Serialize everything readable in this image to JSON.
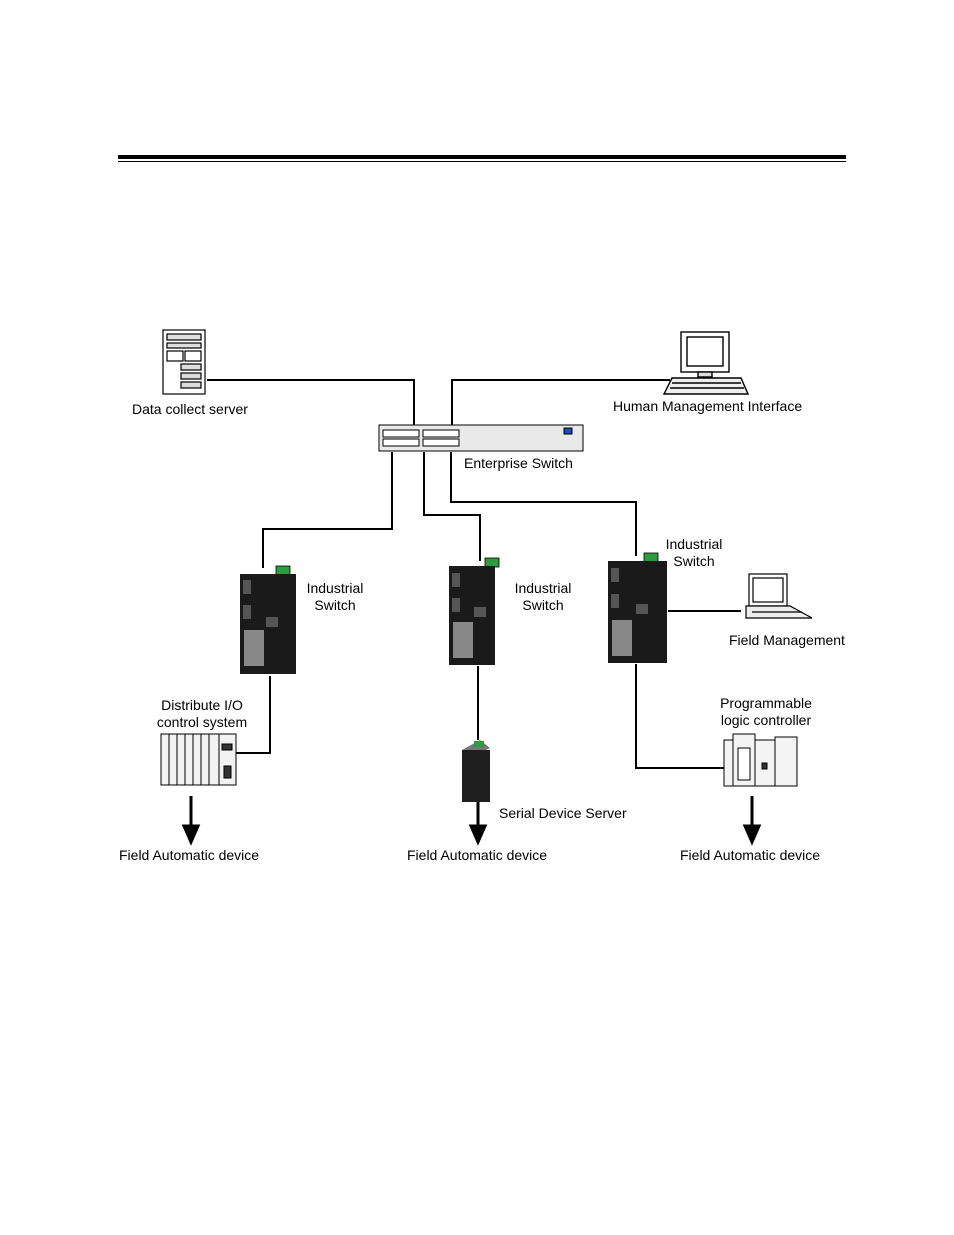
{
  "labels": {
    "data_collect_server": "Data collect server",
    "human_management_interface": "Human Management Interface",
    "enterprise_switch": "Enterprise Switch",
    "industrial_switch_left_1": "Industrial",
    "industrial_switch_left_2": "Switch",
    "industrial_switch_mid_1": "Industrial",
    "industrial_switch_mid_2": "Switch",
    "industrial_switch_right_1": "Industrial",
    "industrial_switch_right_2": "Switch",
    "field_management": "Field Management",
    "distribute_io_1": "Distribute I/O",
    "distribute_io_2": "control system",
    "plc_1": "Programmable",
    "plc_2": "logic controller",
    "serial_device_server": "Serial Device Server",
    "field_device_left": "Field Automatic device",
    "field_device_mid": "Field Automatic device",
    "field_device_right": "Field Automatic device"
  },
  "colors": {
    "line": "#000000",
    "device_body": "#1a1a1a",
    "terminal_green": "#2e9c3e",
    "panel_light": "#e6e6e6"
  }
}
